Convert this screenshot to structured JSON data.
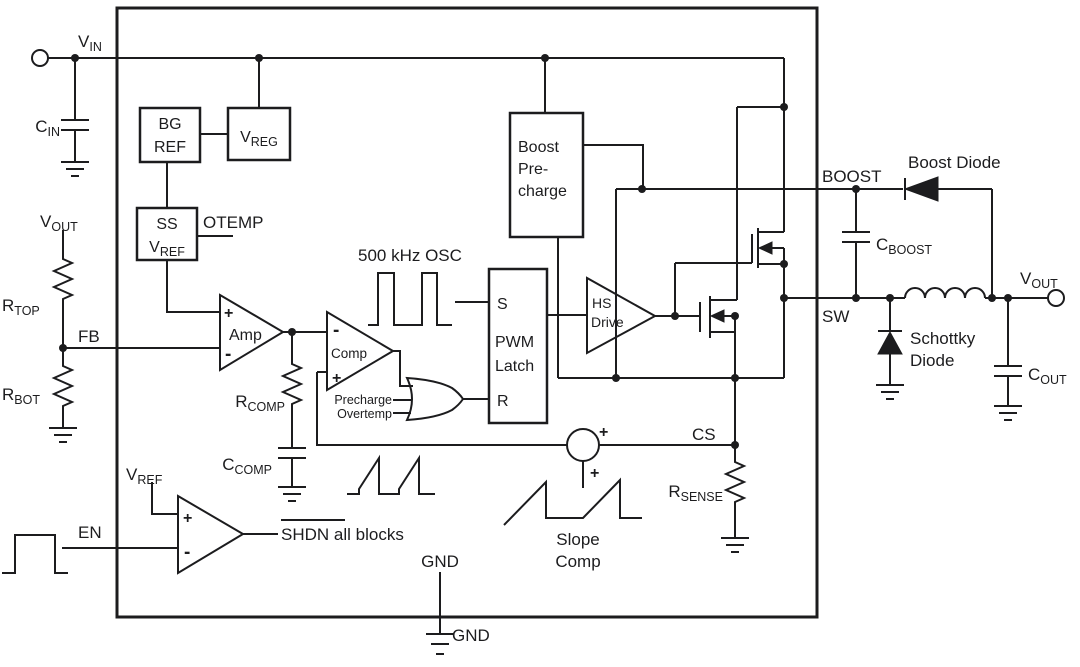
{
  "colors": {
    "line": "#1c1c1e",
    "background": "#ffffff"
  },
  "labels": {
    "vin": {
      "main": "V",
      "sub": "IN"
    },
    "cin": {
      "main": "C",
      "sub": "IN"
    },
    "vout_left": {
      "main": "V",
      "sub": "OUT"
    },
    "rtop": {
      "main": "R",
      "sub": "TOP"
    },
    "fb": "FB",
    "rbot": {
      "main": "R",
      "sub": "BOT"
    },
    "bg_ref": {
      "line1": "BG",
      "line2": "REF"
    },
    "vreg": {
      "main": "V",
      "sub": "REG"
    },
    "ss_vref": {
      "line1": "SS",
      "main": "V",
      "sub": "REF"
    },
    "otemp": "OTEMP",
    "amp": {
      "plus": "+",
      "name": "Amp",
      "minus": "-"
    },
    "rcomp": {
      "main": "R",
      "sub": "COMP"
    },
    "ccomp": {
      "main": "C",
      "sub": "COMP"
    },
    "vref": {
      "main": "V",
      "sub": "REF"
    },
    "en": "EN",
    "shdn": {
      "overlined": "SHDN",
      "rest": " all blocks"
    },
    "comp": {
      "minus": "-",
      "name": "Comp",
      "plus": "+"
    },
    "precharge": "Precharge",
    "overtemp": "Overtemp",
    "osc": "500 kHz OSC",
    "latch": {
      "s": "S",
      "line1": "PWM",
      "line2": "Latch",
      "r": "R"
    },
    "boost_precharge": {
      "line1": "Boost",
      "line2": "Pre-",
      "line3": "charge"
    },
    "hs_drive": {
      "line1": "HS",
      "line2": "Drive"
    },
    "cs": "CS",
    "rsense": {
      "main": "R",
      "sub": "SENSE"
    },
    "slope_comp": {
      "line1": "Slope",
      "line2": "Comp"
    },
    "sum": {
      "plus_top": "+",
      "plus_bottom": "+"
    },
    "gnd_inner": "GND",
    "gnd_outer": "GND",
    "boost_pin": "BOOST",
    "boost_diode": "Boost Diode",
    "cboost": {
      "main": "C",
      "sub": "BOOST"
    },
    "sw_pin": "SW",
    "schottky": {
      "line1": "Schottky",
      "line2": "Diode"
    },
    "vout_right": {
      "main": "V",
      "sub": "OUT"
    },
    "cout": {
      "main": "C",
      "sub": "OUT"
    }
  }
}
